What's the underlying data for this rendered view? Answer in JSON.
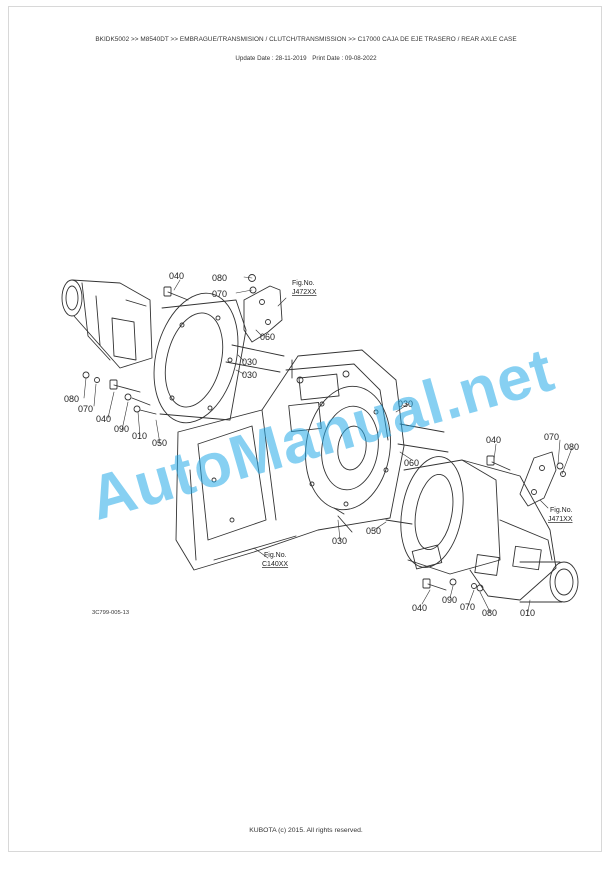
{
  "header": {
    "path": "BKIDK5002 >> M8540DT >> EMBRAGUE/TRANSMISION / CLUTCH/TRANSMISSION >> C17000   CAJA DE EJE TRASERO / REAR AXLE CASE",
    "update_date": "Update Date : 28-11-2019",
    "print_date": "Print Date : 09-08-2022"
  },
  "diagram": {
    "callouts": [
      "040",
      "080",
      "070",
      "060",
      "030",
      "030",
      "080",
      "070",
      "040",
      "090",
      "010",
      "050",
      "030",
      "060",
      "040",
      "070",
      "080",
      "050",
      "030",
      "040",
      "090",
      "070",
      "080",
      "010"
    ],
    "fig_refs": [
      {
        "label": "Fig.No.",
        "code": "J472XX"
      },
      {
        "label": "Fig.No.",
        "code": "J471XX"
      },
      {
        "label": "Fig.No.",
        "code": "C140XX"
      }
    ],
    "drawing_code": "3C799-005-13"
  },
  "watermark": "AutoManual.net",
  "footer": "KUBOTA (c) 2015. All rights reserved.",
  "colors": {
    "watermark": "#24aae8",
    "line": "#333333"
  }
}
